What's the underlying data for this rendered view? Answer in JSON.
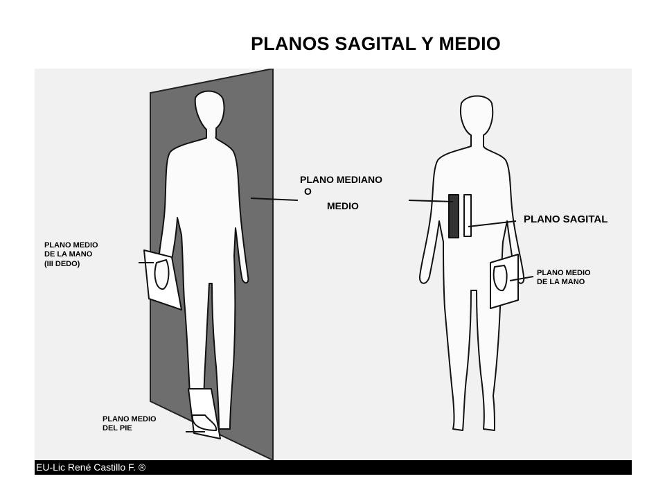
{
  "title": "PLANOS SAGITAL Y MEDIO",
  "labels": {
    "plano_mediano": [
      "PLANO MEDIANO",
      "O",
      "MEDIO"
    ],
    "plano_sagital": "PLANO SAGITAL",
    "medio_mano_iii": [
      "PLANO MEDIO",
      "DE LA MANO",
      "(III DEDO)"
    ],
    "medio_mano": [
      "PLANO MEDIO",
      "DE LA MANO"
    ],
    "medio_pie": [
      "PLANO MEDIO",
      "DEL PIE"
    ]
  },
  "footer": "EU-Lic René Castillo F. ®",
  "colors": {
    "panel": "#f1f1f1",
    "median_plane": "#6e6e6e",
    "ink": "#000000"
  }
}
